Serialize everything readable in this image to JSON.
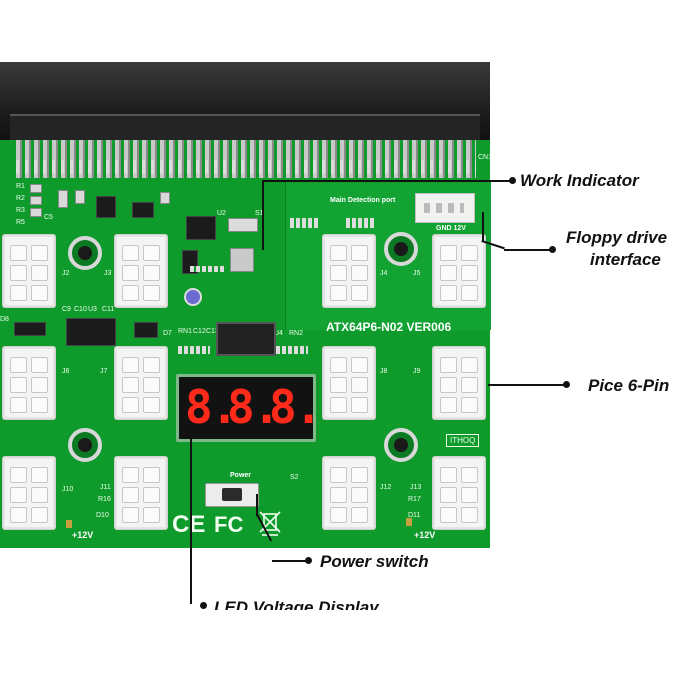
{
  "board": {
    "model_label": "ATX64P6-N02 VER006",
    "main_detection_label": "Main Detection port",
    "gnd_12v_label": "GND 12V",
    "cn1_label": "CN1",
    "power_label": "Power",
    "plus12v_left": "+12V",
    "plus12v_right": "+12V",
    "mark_label": "ITHOQ",
    "display_digits": [
      "8.",
      "8.",
      "8."
    ],
    "connector_labels": [
      "J2",
      "J3",
      "J4",
      "J5",
      "J6",
      "J7",
      "J8",
      "J9",
      "J10",
      "J11",
      "J12",
      "J13"
    ],
    "ref_labels": [
      "R1",
      "R2",
      "R3",
      "R5",
      "C5",
      "U2",
      "S1",
      "S2",
      "D7",
      "RN1",
      "C12",
      "C13",
      "U4",
      "RN2",
      "D8",
      "C9",
      "C10",
      "U3",
      "C11",
      "R16",
      "D10",
      "R17",
      "D11"
    ]
  },
  "callouts": {
    "work_indicator": "Work Indicator",
    "floppy_line1": "Floppy drive",
    "floppy_line2": "interface",
    "pcie": "Pice 6-Pin",
    "power_switch": "Power switch",
    "led_display": "LED Voltage Display"
  },
  "colors": {
    "pcb": "#0f9a2c",
    "led": "#ff2a1a",
    "connector": "#f4f4f2"
  }
}
